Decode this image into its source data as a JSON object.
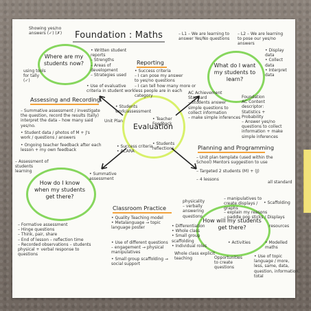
{
  "poster": {
    "title": "Foundation : Maths",
    "sections": {
      "assessing_and_recording": "Assessing and Recording",
      "reporting": "Reporting",
      "planning_and_programming": "Planning and Programming",
      "classroom_practice": "Classroom Practice"
    },
    "circles": {
      "top_left": "Where are my\nstudents now?",
      "top_right": "What do I want\nmy students to\nlearn?",
      "center": "Evaluation",
      "bottom_left": "How do I know\nwhen my students\nget there?",
      "bottom_right": "How will my students\nget there?"
    },
    "notes": {
      "n1": "Showing yes/no\nanswers (✓) (✗)",
      "n2": "• Written student\n  reports\n  – Strengths\n  – Areas of\n    development\n  – Strategies used",
      "n3": "• Use of evaluative\n  criteria in student work",
      "n4": "using tools\nfor tally\n(✓)",
      "n5": "– Summative assessment / investigate\n  the question, record the results (tally)\n  interpret the data – how many said\n  yes/no.",
      "n6": "• Student data / photos of M + J's\n  work / questions / answers",
      "n7": "• Ongoing teacher feedback after each\n  lesson + my own feedback",
      "n8": "– Assessment of\n  students\n  learning",
      "n9": "• Summative\n  assessment",
      "n10": "• Success criteria\n  – I can pose my answer\n    to yes/no questions\n  – I can tell how many more or\n    less people are in each\n    category",
      "n11": "• Students\n  work/assessment",
      "n12": "• Teacher\n  Feedback",
      "n13": "Unit Plan",
      "n14": "• Success criteria\n• ACARA",
      "n15": "• Students\n  reflections",
      "n16": "– L1 – We are learning to\n  answer Yes/No questions",
      "n17": "– L2 – We are learning\n  to pose our yes/no\n  answers",
      "n18": "• Display\n  data\n• Collect\n  data\n• Interpret\n  data",
      "n19": "AC Achievement\nStandard\n– Students answer\n  simple questions to\n  collect information\n  – make simple inferences",
      "n20": "Foundation\nAC Content\ndescriptor:\nStatistics +\nProbability\n– Answer yes/no\n  questions to collect\n  information + make\n  simple inferences",
      "n21": "– Unit plan template (used within the\n  School) Mentors suggestion to use",
      "n22": "– Targeted 2 students (M) + (J)",
      "n23": "– 4 lessons",
      "n24": "all standard",
      "n25": "– Formative assessment\n  – Hinge questions\n  – Think, pair, share\n  – End of lesson – reflection time\n  – Recorded observations – students\n    physical + verbal response to\n    questions",
      "n26": "• Quality Teaching model\n• Metalanguage → topic\n  language poster",
      "n27": "• Use of different questions\n  – engagement → physical\n    manipulatives",
      "n28": "• Small group scaffolding →\n  social support",
      "n29": "• Differentiation\n  • Whole class\n  • Small group\n    scaffolding\n  • Individual roles",
      "n30": "physicality\n– verbally\n  answering\n  questions",
      "n31": "– manipulatives to\n  create displays /\n  graphs",
      "n32": "– explain my reasons\n  – paddle pop sticks / Displays",
      "n33": "• Scaffolding",
      "n34": "resources",
      "n35": "Whole class explicit\nteaching",
      "n36": "Opportunities\nto create\nquestions",
      "n37": "• Activities",
      "n38": "• Modelled\n  maths",
      "n39": "• Use of topic\n  language / more,\n  less, same, data,\n  question, information,\n  total"
    }
  },
  "colors": {
    "circle_green": "#86d65d",
    "evaluation_yellow": "#d8f06a",
    "heading_underline_orange": "#f2a13a"
  }
}
